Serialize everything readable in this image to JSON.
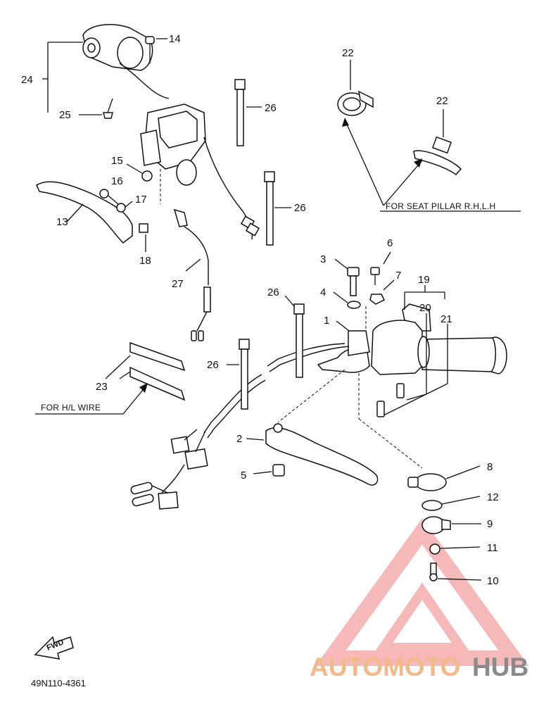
{
  "callouts": [
    "24",
    "25",
    "14",
    "26",
    "15",
    "16",
    "17",
    "13",
    "18",
    "27",
    "22",
    "22",
    "26",
    "3",
    "6",
    "4",
    "7",
    "19",
    "20",
    "21",
    "1",
    "26",
    "26",
    "23",
    "2",
    "5",
    "8",
    "12",
    "9",
    "11",
    "10"
  ],
  "notes": {
    "seat_pillar": "FOR SEAT PILLAR R.H,L.H",
    "hl_wire": "FOR H/L WIRE",
    "fwd": "FWD"
  },
  "diagram_code": "49N110-4361",
  "watermark": {
    "part1": "AUTOMOTO",
    "part2": "HUB",
    "color_primary": "#f2b98a",
    "color_secondary": "#8a8a8a",
    "triangle_color": "#f08080"
  }
}
